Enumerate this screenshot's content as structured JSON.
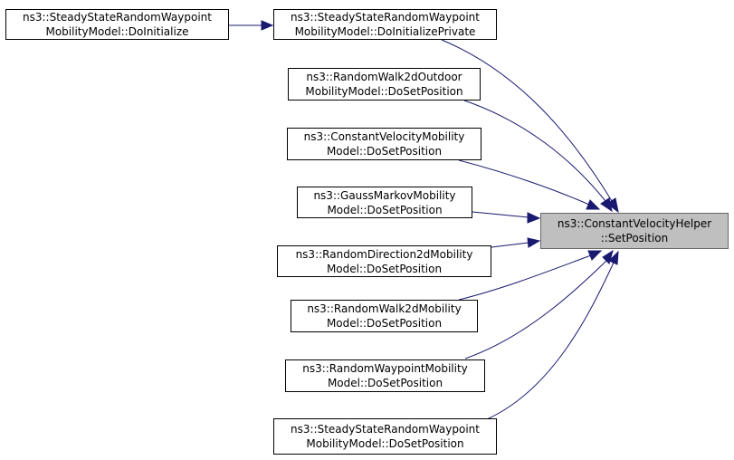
{
  "graph": {
    "target": {
      "line1": "ns3::ConstantVelocityHelper",
      "line2": "::SetPosition"
    },
    "callers": [
      {
        "id": "ssrw-doinitialize",
        "line1": "ns3::SteadyStateRandomWaypoint",
        "line2": "MobilityModel::DoInitialize"
      },
      {
        "id": "ssrw-doinitializeprivate",
        "line1": "ns3::SteadyStateRandomWaypoint",
        "line2": "MobilityModel::DoInitializePrivate"
      },
      {
        "id": "rw2d-outdoor",
        "line1": "ns3::RandomWalk2dOutdoor",
        "line2": "MobilityModel::DoSetPosition"
      },
      {
        "id": "constant-velocity",
        "line1": "ns3::ConstantVelocityMobility",
        "line2": "Model::DoSetPosition"
      },
      {
        "id": "gauss-markov",
        "line1": "ns3::GaussMarkovMobility",
        "line2": "Model::DoSetPosition"
      },
      {
        "id": "random-direction-2d",
        "line1": "ns3::RandomDirection2dMobility",
        "line2": "Model::DoSetPosition"
      },
      {
        "id": "random-walk-2d",
        "line1": "ns3::RandomWalk2dMobility",
        "line2": "Model::DoSetPosition"
      },
      {
        "id": "random-waypoint",
        "line1": "ns3::RandomWaypointMobility",
        "line2": "Model::DoSetPosition"
      },
      {
        "id": "ssrw-dosetposition",
        "line1": "ns3::SteadyStateRandomWaypoint",
        "line2": "MobilityModel::DoSetPosition"
      }
    ],
    "colors": {
      "edge": "#191970",
      "target_fill": "#bfbfbf",
      "node_border": "#000000"
    }
  }
}
